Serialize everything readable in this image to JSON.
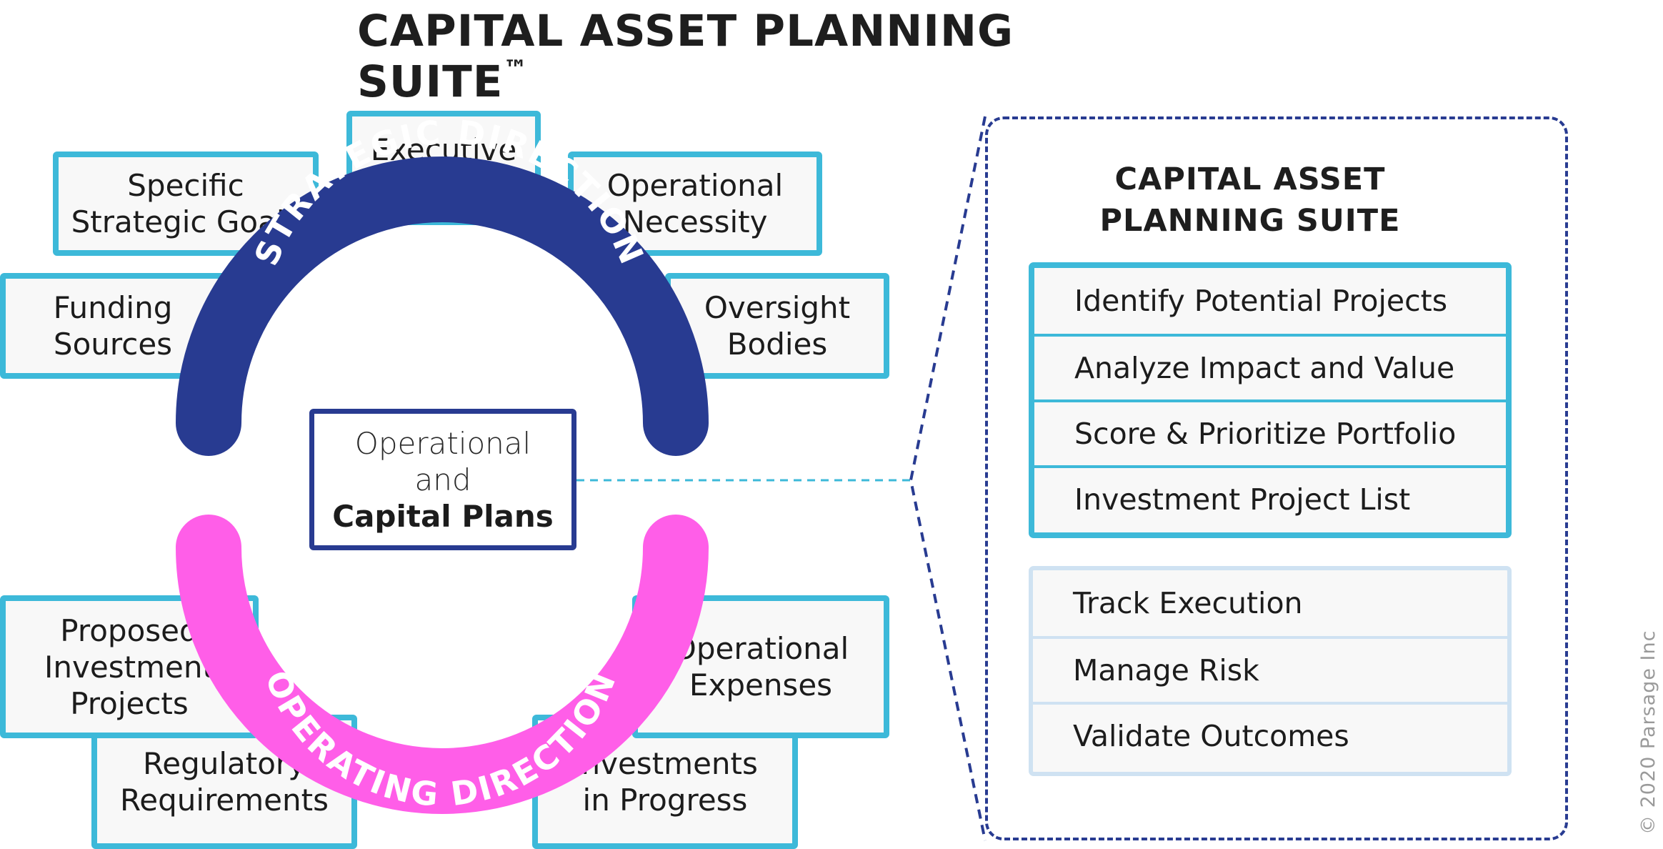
{
  "title": "CAPITAL ASSET PLANNING SUITE",
  "trademark": "™",
  "strategic": {
    "label": "STRATEGIC DIRECTION",
    "items": [
      "Specific\nStrategic Goals",
      "Executive\nBoard",
      "Operational\nNecessity",
      "Funding\nSources",
      "Oversight\nBodies"
    ]
  },
  "operating": {
    "label": "OPERATING DIRECTION",
    "items": [
      "Proposed\nInvestment\nProjects",
      "Regulatory\nRequirements",
      "Operational\nExpenses",
      "Investments\nin Progress"
    ]
  },
  "center": {
    "line1": "Operational",
    "line2": "and",
    "line3": "Capital Plans"
  },
  "suite": {
    "title": "CAPITAL ASSET\nPLANNING SUITE",
    "planning_steps": [
      "Identify Potential Projects",
      "Analyze Impact and Value",
      "Score & Prioritize Portfolio",
      "Investment Project List"
    ],
    "execution_steps": [
      "Track Execution",
      "Manage Risk",
      "Validate Outcomes"
    ]
  },
  "copyright": "© 2020 Parsage Inc",
  "colors": {
    "strategic": "#283b91",
    "operating": "#ff5ee8",
    "box_border": "#3db9d9",
    "light_border": "#cfe2f2"
  }
}
